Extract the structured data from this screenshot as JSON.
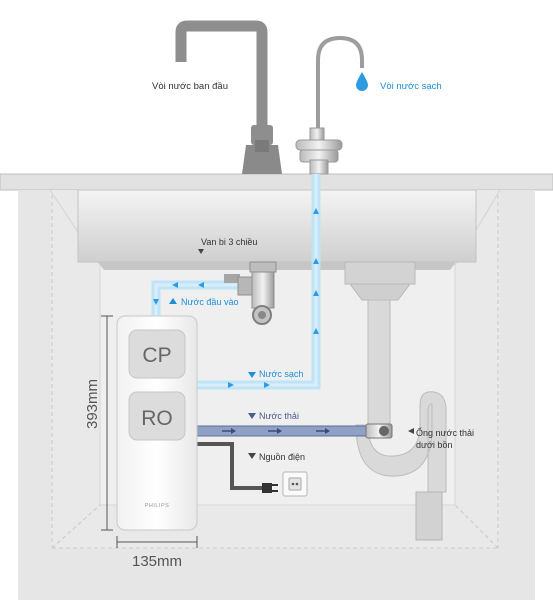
{
  "labels": {
    "original_faucet": "Vòi nước ban đầu",
    "clean_faucet": "Vòi nước sạch",
    "three_way_valve": "Van bi 3 chiều",
    "inlet_water": "Nước đầu vào",
    "clean_water": "Nước sạch",
    "waste_water": "Nước thải",
    "power_source": "Nguồn điện",
    "drain_pipe_line1": "Ống nước thải",
    "drain_pipe_line2": "dưới bồn"
  },
  "filters": {
    "cp": "CP",
    "ro": "RO"
  },
  "brand": "PHILIPS",
  "dimensions": {
    "height": "393mm",
    "width": "135mm"
  },
  "colors": {
    "clean_water": "#bfe3f7",
    "clean_water_label": "#1d8fd6",
    "waste_water": "#6f7ea8",
    "cabinet": "#e6e6e6",
    "pipe_gray": "#999999"
  }
}
